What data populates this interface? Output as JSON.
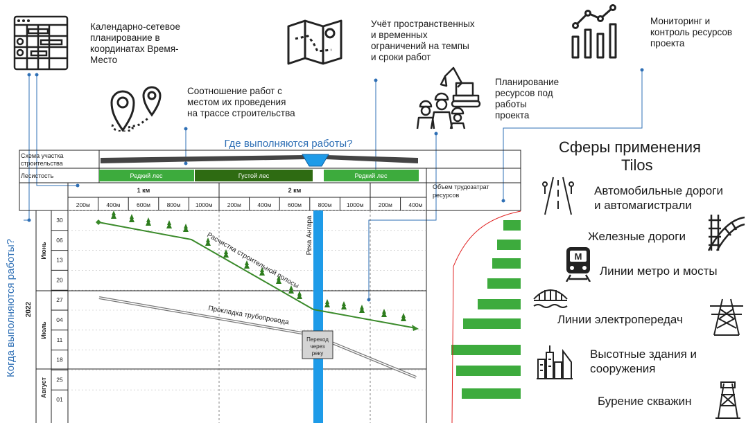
{
  "features": [
    {
      "text": "Календарно-сетевое\nпланирование в\nкоординатах Время-\nМесто",
      "icon": "gantt-grid-icon"
    },
    {
      "text": "Соотношение работ с\nместом их проведения\nна трассе строительства",
      "icon": "map-pins-icon"
    },
    {
      "text": "Учёт пространственных\nи временных\nограничений на темпы\nи сроки работ",
      "icon": "map-route-icon"
    },
    {
      "text": "Планирование\nресурсов под\nработы\nпроекта",
      "icon": "workers-excavator-icon"
    },
    {
      "text": "Мониторинг и\nконтроль ресурсов\nпроекта",
      "icon": "line-bar-chart-icon"
    }
  ],
  "diagram": {
    "title_top": "Где выполняются работы?",
    "title_left": "Когда выполняются работы?",
    "row_labels": {
      "scheme": "Схема участка строительства",
      "forest": "Лесистость"
    },
    "forest_segments": [
      "Редкий лес",
      "Густой лес",
      "Редкий лес"
    ],
    "km_labels": [
      "1 км",
      "2 км"
    ],
    "distance_ticks": [
      "200м",
      "400м",
      "600м",
      "800м",
      "1000м",
      "200м",
      "400м",
      "600м",
      "800м",
      "1000м",
      "200м",
      "400м"
    ],
    "resources_label": "Объем трудозатрат ресурсов",
    "year": "2022",
    "months": [
      "Июнь",
      "Июль",
      "Август"
    ],
    "days": [
      "30",
      "06",
      "13",
      "20",
      "27",
      "04",
      "11",
      "18",
      "25",
      "01"
    ],
    "river_label": "Река Ангара",
    "task_clearing": "Расчистка строительной полосы",
    "task_pipeline": "Прокладка трубопровода",
    "crossing_label": "Переход через реку",
    "colors": {
      "accent_blue": "#2e6fb5",
      "river": "#1e9be8",
      "forest_light": "#3dab3d",
      "forest_dark": "#2e6b12",
      "task_green": "#3a8a2a",
      "curve_red": "#e02020"
    }
  },
  "spheres": {
    "title": "Сферы применения Tilos",
    "items": [
      {
        "label": "Автомобильные дороги и автомагистрали",
        "icon": "road-icon"
      },
      {
        "label": "Железные дороги",
        "icon": "railway-icon"
      },
      {
        "label": "Линии метро и мосты",
        "icon": "metro-icon"
      },
      {
        "label": "Линии электропередач",
        "icon": "power-tower-icon"
      },
      {
        "label": "Высотные здания и сооружения",
        "icon": "skyscraper-icon"
      },
      {
        "label": "Бурение скважин",
        "icon": "drilling-rig-icon"
      }
    ]
  }
}
